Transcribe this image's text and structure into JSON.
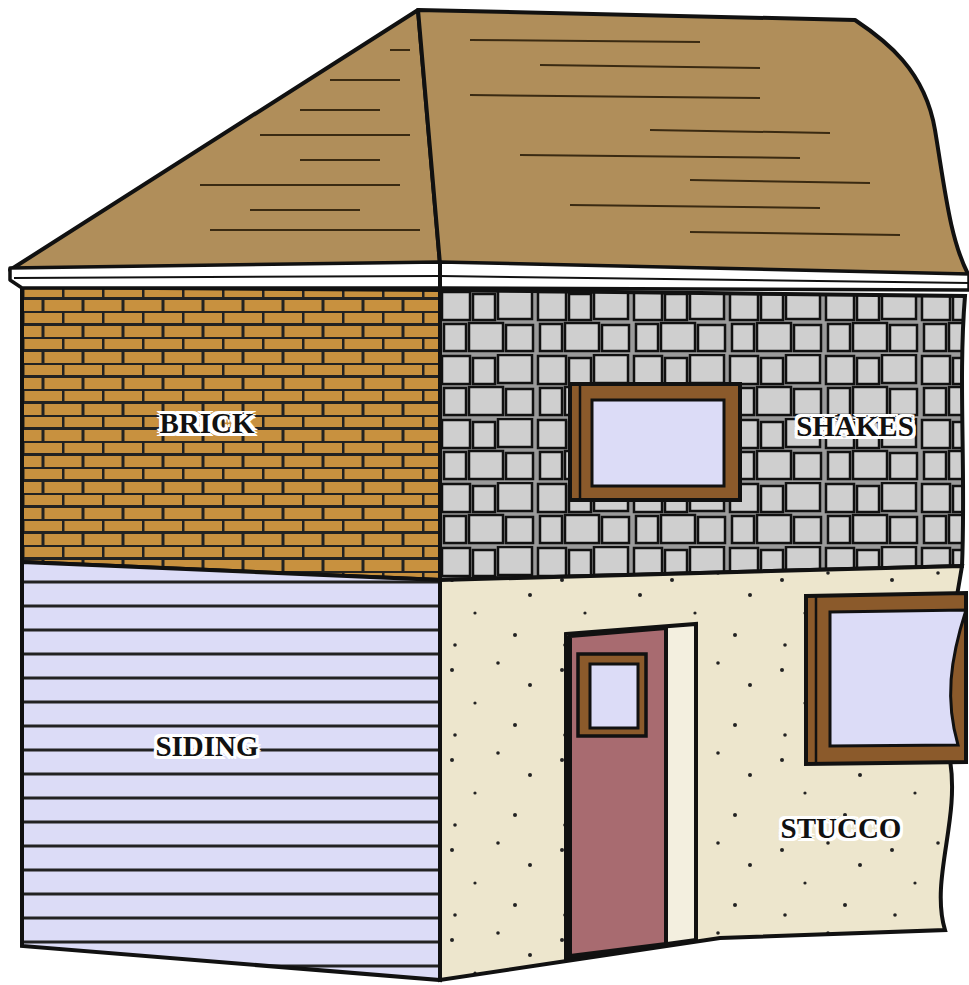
{
  "diagram": {
    "labels": [
      "BRICK",
      "SHAKES",
      "SIDING",
      "STUCCO"
    ]
  }
}
